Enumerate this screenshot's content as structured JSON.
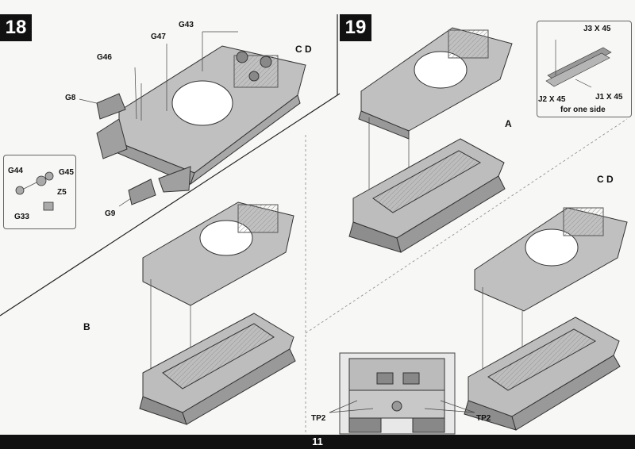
{
  "steps": [
    {
      "number": "18"
    },
    {
      "number": "19"
    }
  ],
  "step18": {
    "parts": [
      "G43",
      "G47",
      "G46",
      "G8",
      "G44",
      "G45",
      "Z5",
      "G33",
      "G9"
    ],
    "variant_top": "C  D",
    "variant_bottom": "B"
  },
  "step19": {
    "tracks": {
      "j3": "J3 X 45",
      "j2": "J2 X 45",
      "j1": "J1 X 45",
      "note": "for one side"
    },
    "variant_a": "A",
    "variant_cd": "C  D",
    "tp2_left": "TP2",
    "tp2_right": "TP2"
  },
  "page_number": "11"
}
